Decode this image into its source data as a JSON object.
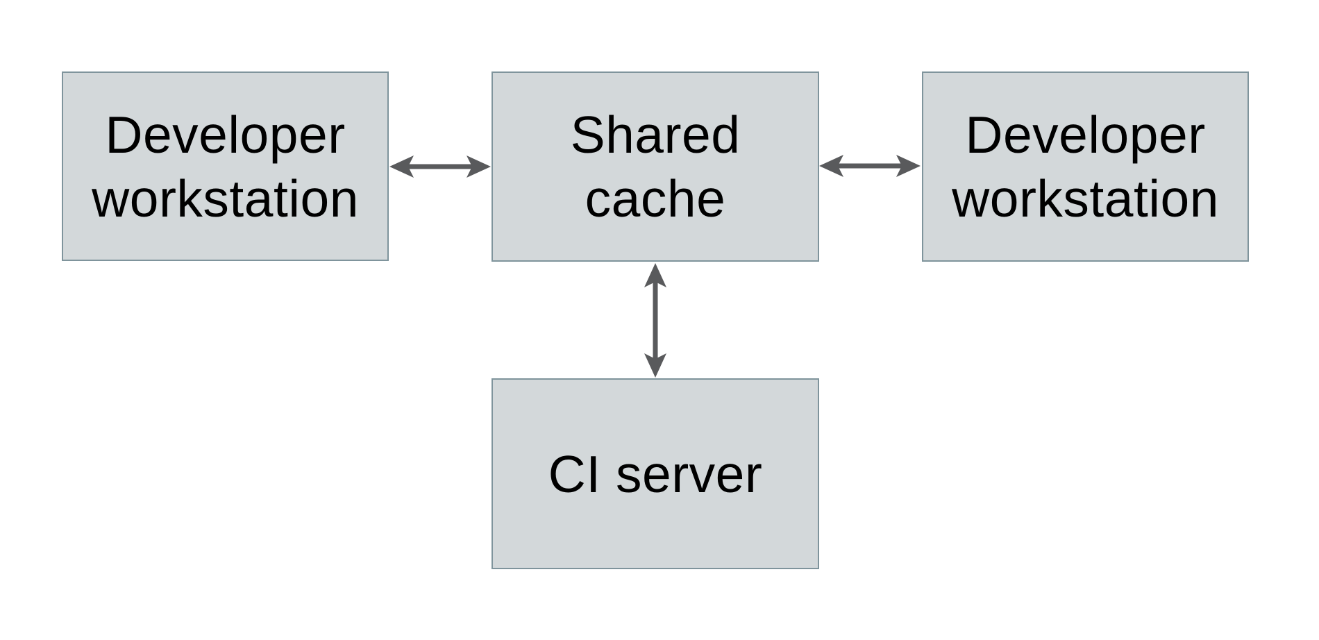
{
  "diagram": {
    "type": "architecture-diagram",
    "nodes": [
      {
        "id": "dev-workstation-left",
        "label": "Developer\nworkstation"
      },
      {
        "id": "shared-cache",
        "label": "Shared\ncache"
      },
      {
        "id": "dev-workstation-right",
        "label": "Developer\nworkstation"
      },
      {
        "id": "ci-server",
        "label": "CI server"
      }
    ],
    "edges": [
      {
        "from": "dev-workstation-left",
        "to": "shared-cache",
        "direction": "bidirectional"
      },
      {
        "from": "shared-cache",
        "to": "dev-workstation-right",
        "direction": "bidirectional"
      },
      {
        "from": "shared-cache",
        "to": "ci-server",
        "direction": "bidirectional"
      }
    ],
    "colors": {
      "background": "#ffffff",
      "node_fill": "#d3d8da",
      "node_border": "#7f949c",
      "node_text": "#000000",
      "arrow": "#595a5c"
    }
  }
}
